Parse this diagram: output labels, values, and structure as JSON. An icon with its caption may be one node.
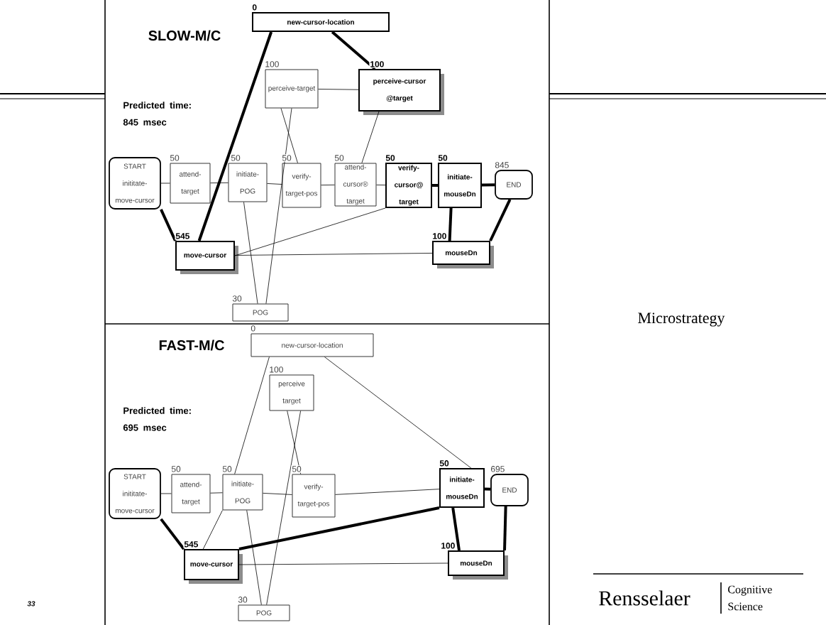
{
  "diagram": {
    "nodes": [
      {
        "text": [
          "new-cursor-location"
        ],
        "beside": [
          "0"
        ]
      },
      {
        "text": [
          "perceive-target"
        ],
        "beside": [
          "100"
        ]
      },
      {
        "text": [
          "perceive-cursor @target"
        ],
        "beside": [
          "100"
        ]
      },
      {
        "text": [
          "START inititate-move-cursor"
        ]
      },
      {
        "text": [
          "attend-target"
        ],
        "beside": [
          "50"
        ]
      },
      {
        "text": [
          "initiate-POG"
        ],
        "beside": [
          "50"
        ]
      },
      {
        "text": [
          "verify-target-pos"
        ],
        "beside": [
          "50"
        ]
      },
      {
        "text": [
          "attend-cursor® target"
        ],
        "beside": [
          "50"
        ]
      },
      {
        "text": [
          "verify-cursor@ target"
        ],
        "beside": [
          "50"
        ]
      },
      {
        "text": [
          "initiate-mouseDn"
        ],
        "beside": [
          "50"
        ]
      },
      {
        "text": [
          "END"
        ],
        "beside": [
          "845"
        ]
      },
      {
        "text": [
          "move-cursor"
        ],
        "beside": [
          "545"
        ]
      },
      {
        "text": [
          "mouseDn"
        ],
        "beside": [
          "100"
        ]
      },
      {
        "text": [
          "POG"
        ],
        "beside": [
          "30"
        ]
      },
      {
        "text": [
          "new-cursor-location"
        ],
        "beside": [
          "0"
        ]
      },
      {
        "text": [
          "perceive target"
        ],
        "beside": [
          "100"
        ]
      },
      {
        "text": [
          "START inititate-move-cursor"
        ]
      },
      {
        "text": [
          "attend-target"
        ],
        "beside": [
          "50"
        ]
      },
      {
        "text": [
          "initiate-POG"
        ],
        "beside": [
          "50"
        ]
      },
      {
        "text": [
          "verify-target-pos"
        ],
        "beside": [
          "50"
        ]
      },
      {
        "text": [
          "initiate-mouseDn"
        ],
        "beside": [
          "50"
        ]
      },
      {
        "text": [
          "END"
        ],
        "beside": [
          "695"
        ]
      },
      {
        "text": [
          "move-cursor"
        ],
        "beside": [
          "545"
        ]
      },
      {
        "text": [
          "mouseDn"
        ],
        "beside": [
          "100"
        ]
      },
      {
        "text": [
          "POG"
        ],
        "beside": [
          "30"
        ]
      }
    ],
    "edges": [
      {
        "from": 0,
        "to": 11,
        "arrow": "none",
        "style": "thick"
      },
      {
        "from": 0,
        "to": 2,
        "arrow": "none",
        "style": "thick"
      },
      {
        "from": 1,
        "to": 2,
        "arrow": "none"
      },
      {
        "from": 1,
        "to": 6,
        "arrow": "none"
      },
      {
        "from": 1,
        "to": 13,
        "arrow": "none"
      },
      {
        "from": 5,
        "to": 13,
        "arrow": "none"
      },
      {
        "from": 2,
        "to": 7,
        "arrow": "none"
      },
      {
        "from": 3,
        "to": 4,
        "arrow": "none"
      },
      {
        "from": 4,
        "to": 5,
        "arrow": "none"
      },
      {
        "from": 5,
        "to": 6,
        "arrow": "none"
      },
      {
        "from": 6,
        "to": 7,
        "arrow": "none"
      },
      {
        "from": 7,
        "to": 8,
        "arrow": "none"
      },
      {
        "from": 8,
        "to": 9,
        "arrow": "none",
        "style": "thick"
      },
      {
        "from": 9,
        "to": 10,
        "arrow": "none",
        "style": "thick"
      },
      {
        "from": 3,
        "to": 11,
        "arrow": "none",
        "style": "thick"
      },
      {
        "from": 11,
        "to": 12,
        "arrow": "none"
      },
      {
        "from": 11,
        "to": 8,
        "arrow": "none"
      },
      {
        "from": 9,
        "to": 12,
        "arrow": "none",
        "style": "thick"
      },
      {
        "from": 12,
        "to": 10,
        "arrow": "none",
        "style": "thick"
      },
      {
        "from": 14,
        "to": 18,
        "arrow": "none"
      },
      {
        "from": 18,
        "to": 22,
        "arrow": "none"
      },
      {
        "from": 14,
        "to": 20,
        "arrow": "none"
      },
      {
        "from": 15,
        "to": 19,
        "arrow": "none"
      },
      {
        "from": 15,
        "to": 24,
        "arrow": "none"
      },
      {
        "from": 18,
        "to": 24,
        "arrow": "none"
      },
      {
        "from": 16,
        "to": 17,
        "arrow": "none"
      },
      {
        "from": 17,
        "to": 18,
        "arrow": "none"
      },
      {
        "from": 18,
        "to": 19,
        "arrow": "none"
      },
      {
        "from": 19,
        "to": 20,
        "arrow": "none"
      },
      {
        "from": 20,
        "to": 21,
        "arrow": "none",
        "style": "thick"
      },
      {
        "from": 16,
        "to": 22,
        "arrow": "none",
        "style": "thick"
      },
      {
        "from": 22,
        "to": 20,
        "arrow": "none",
        "style": "thick"
      },
      {
        "from": 22,
        "to": 23,
        "arrow": "none"
      },
      {
        "from": 20,
        "to": 23,
        "arrow": "none",
        "style": "thick"
      },
      {
        "from": 23,
        "to": 21,
        "arrow": "none",
        "style": "thick"
      }
    ],
    "labels": [
      "SLOW-M/C",
      "Predicted time: 845 msec",
      "FAST-M/C",
      "Predicted time: 695 msec",
      "Microstrategy",
      "33",
      "Rensselaer",
      "Cognitive Science"
    ]
  }
}
